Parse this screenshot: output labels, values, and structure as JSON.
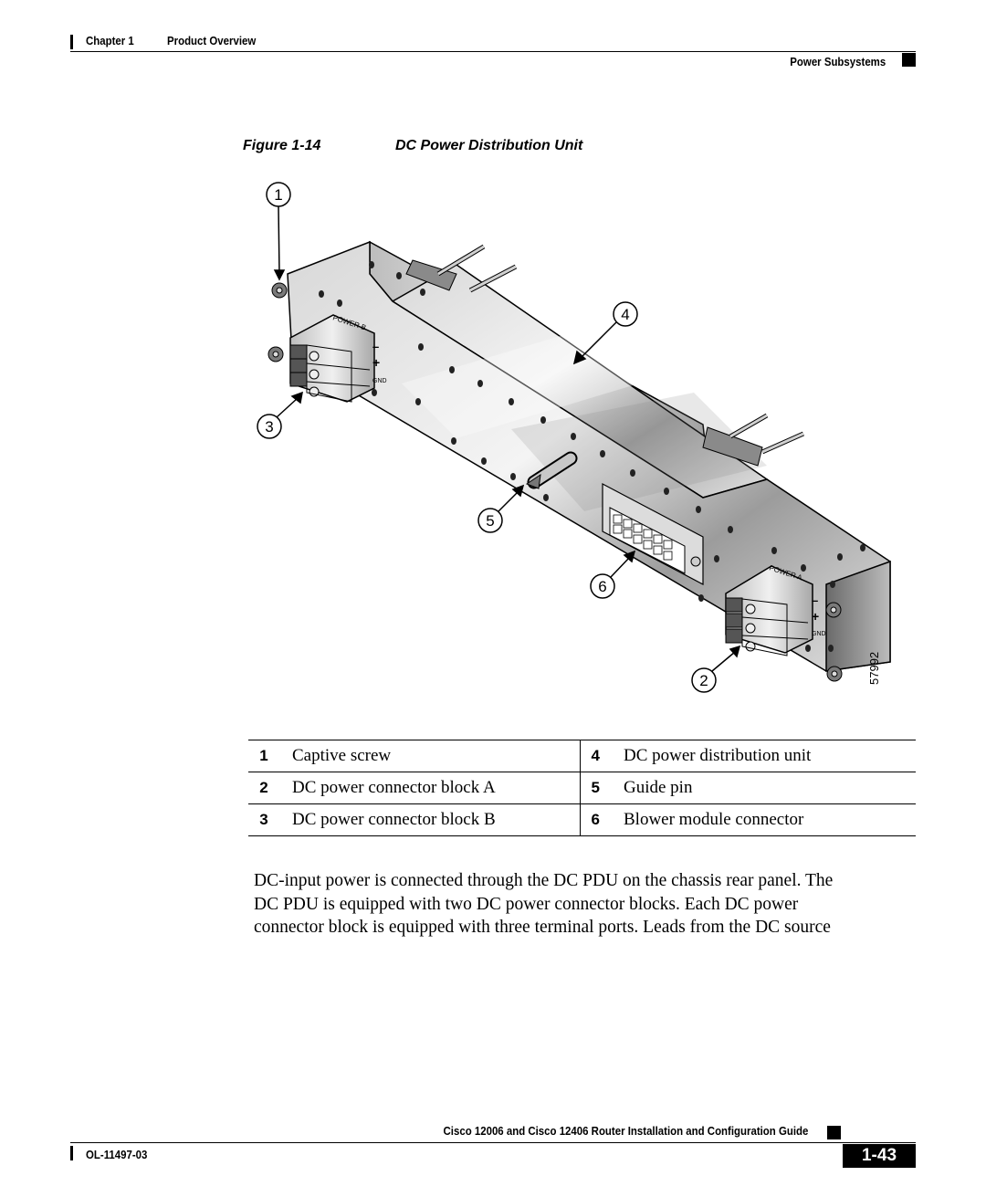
{
  "header": {
    "chapter": "Chapter 1",
    "chapter_title": "Product Overview",
    "section": "Power Subsystems"
  },
  "figure": {
    "label": "Figure 1-14",
    "title": "DC Power Distribution Unit",
    "callouts": [
      "1",
      "2",
      "3",
      "4",
      "5",
      "6"
    ],
    "panel_labels": {
      "power_b": "POWER B",
      "power_a": "POWER A",
      "minus": "–",
      "plus": "+",
      "gnd": "GND"
    },
    "art_number": "57992"
  },
  "legend": [
    {
      "left_num": "1",
      "left_text": "Captive screw",
      "right_num": "4",
      "right_text": "DC power distribution unit"
    },
    {
      "left_num": "2",
      "left_text": "DC power connector block A",
      "right_num": "5",
      "right_text": "Guide pin"
    },
    {
      "left_num": "3",
      "left_text": "DC power connector block B",
      "right_num": "6",
      "right_text": "Blower module connector"
    }
  ],
  "body_lines": [
    "DC-input power is connected through the DC PDU on the chassis rear panel. The",
    "DC PDU is equipped with two DC power connector blocks. Each DC power",
    "connector block is equipped with three terminal ports. Leads from the DC source"
  ],
  "footer": {
    "guide_title": "Cisco 12006 and Cisco 12406 Router Installation and Configuration Guide",
    "doc_number": "OL-11497-03",
    "page_number": "1-43"
  }
}
